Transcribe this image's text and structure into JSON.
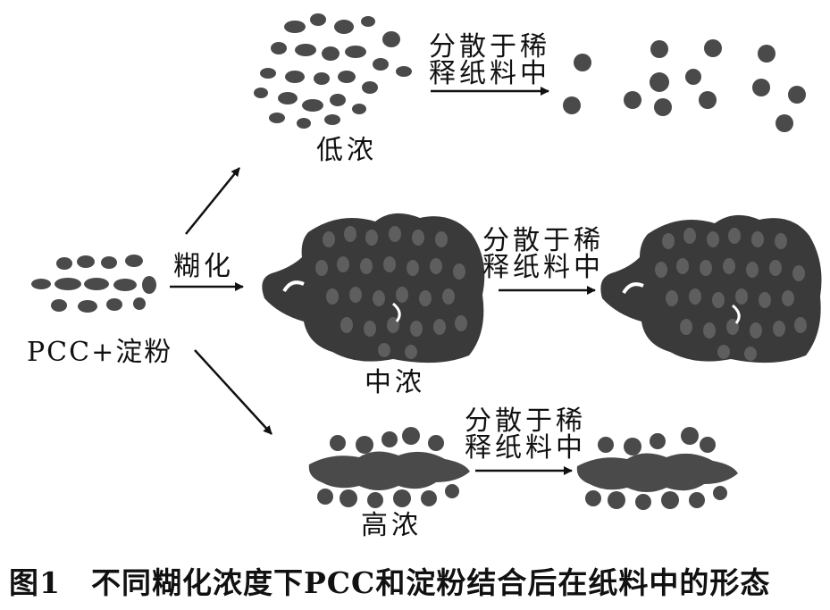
{
  "labels": {
    "start": "PCC+淀粉",
    "gelatinize": "糊化",
    "disperse": "分散于稀\n释纸料中",
    "disperse_line1": "分散于稀",
    "disperse_line2": "释纸料中",
    "low": "低浓",
    "mid": "中浓",
    "high": "高浓"
  },
  "caption": {
    "number": "图1",
    "text": "不同糊化浓度下PCC和淀粉结合后在纸料中的形态"
  },
  "colors": {
    "particle": "#4a4a4a",
    "particle_dark": "#3a3a3a",
    "arrow": "#111111",
    "background": "#ffffff"
  }
}
